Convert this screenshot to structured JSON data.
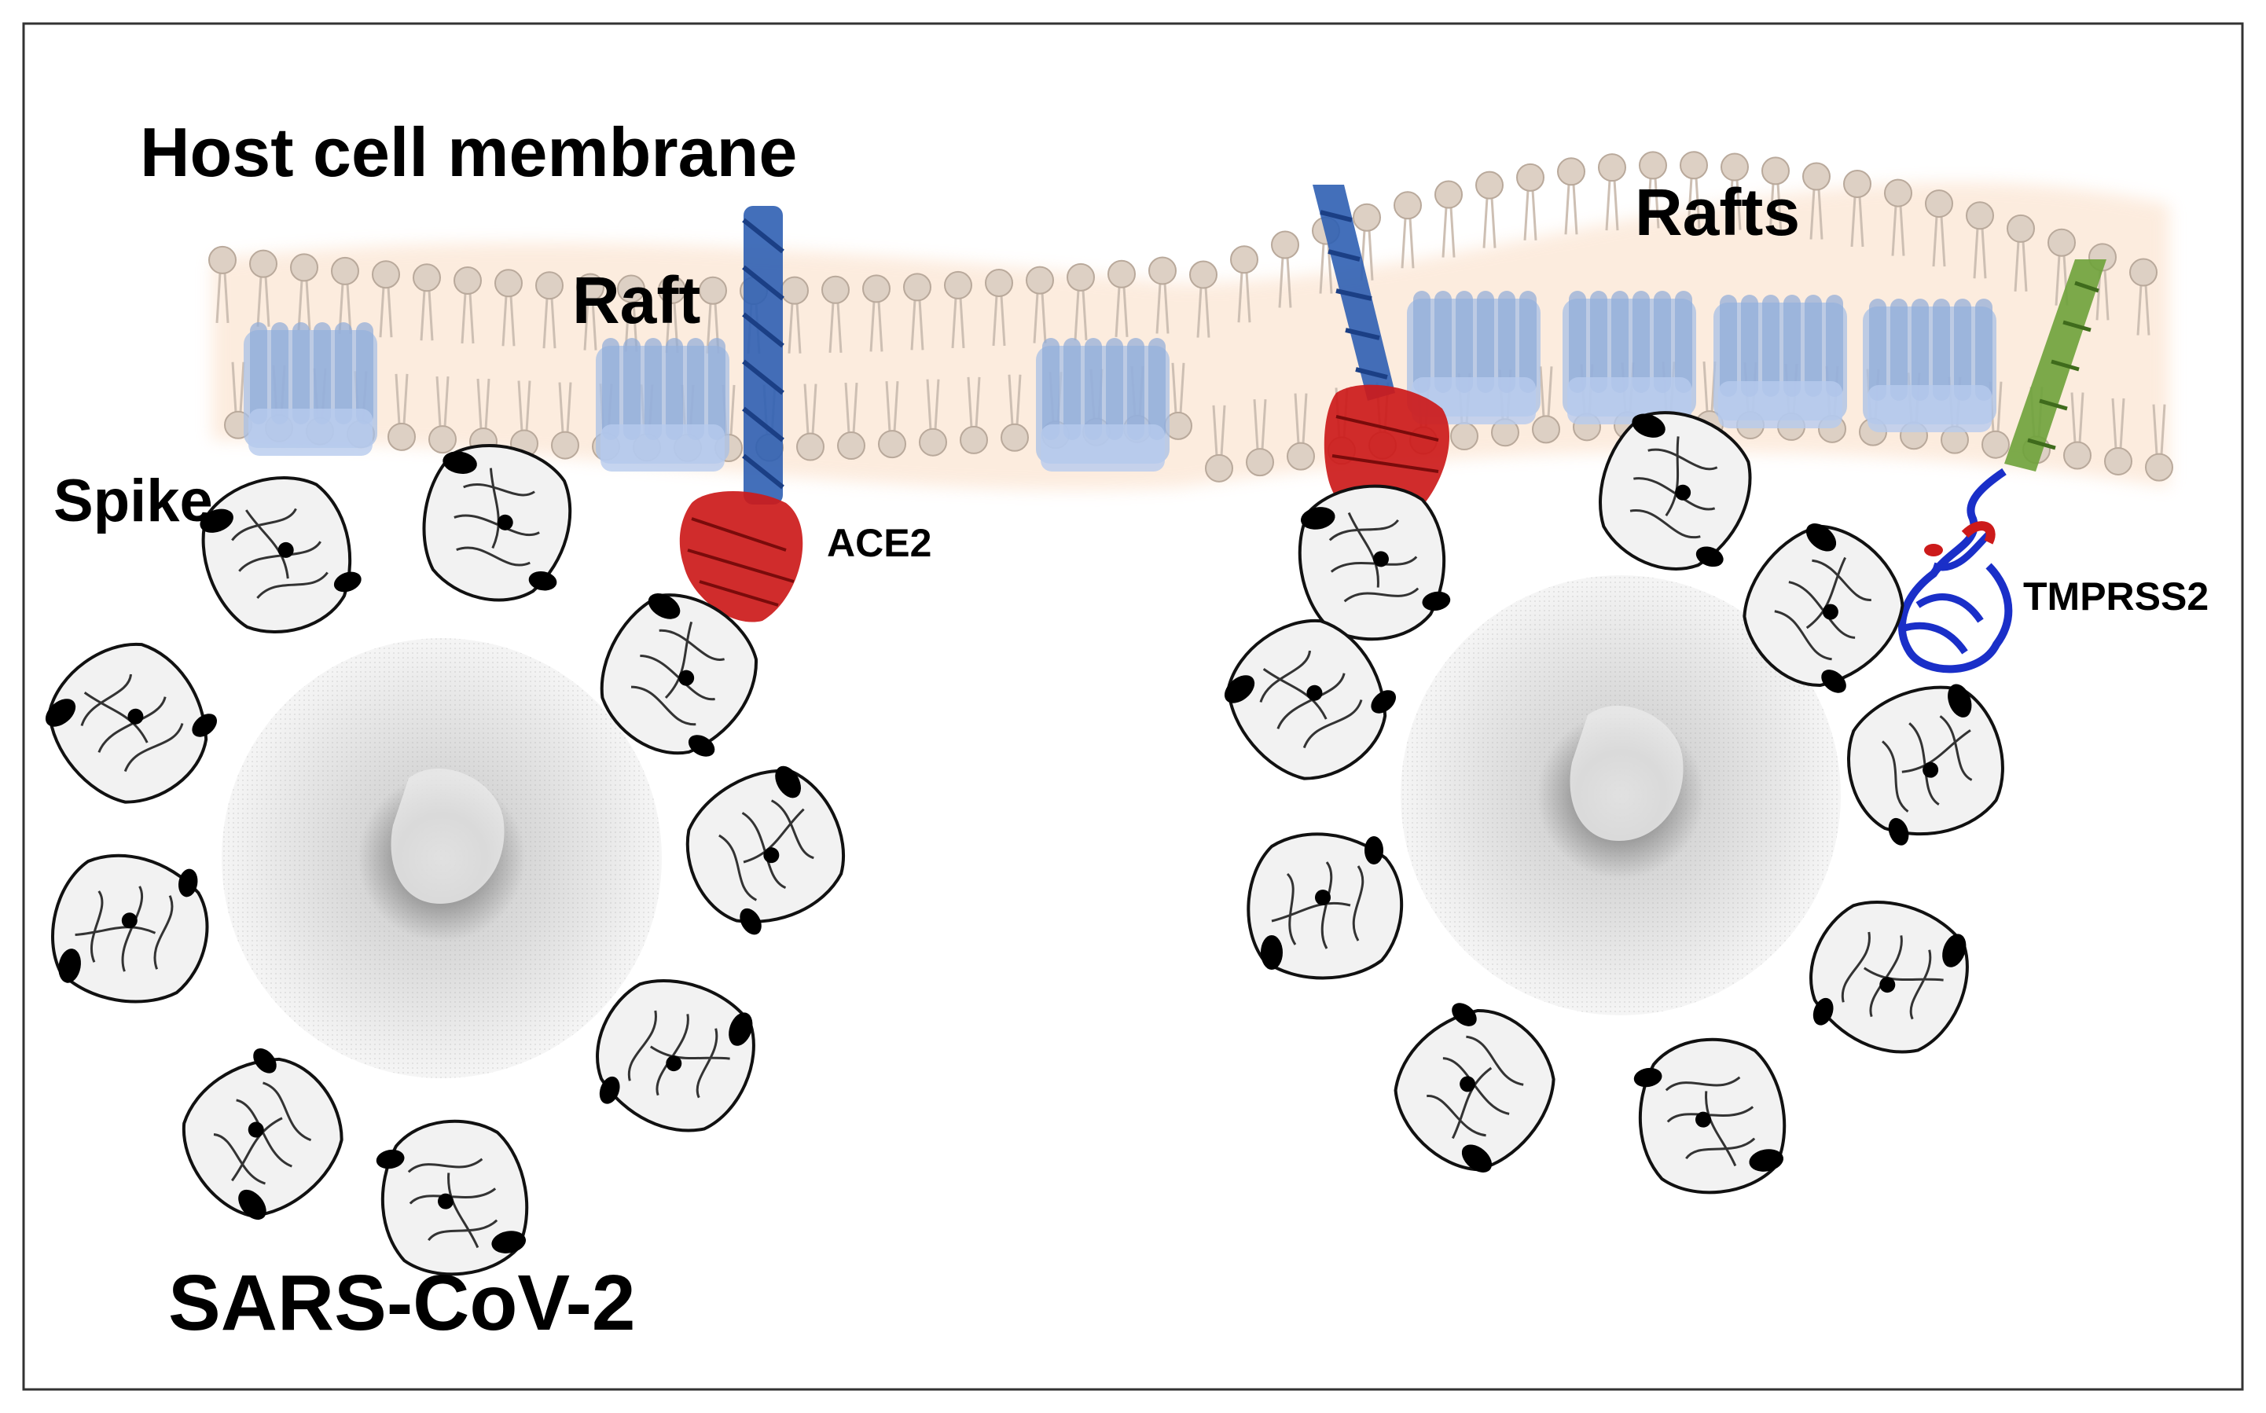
{
  "labels": {
    "host_cell_membrane": "Host cell membrane",
    "raft": "Raft",
    "rafts": "Rafts",
    "spike": "Spike",
    "ace2": "ACE2",
    "tmprss2": "TMPRSS2",
    "virus": "SARS-CoV-2"
  },
  "colors": {
    "raft_protein": "#9fb8e0",
    "ace2_transmembrane": "#2f5fb3",
    "spike_rbd_bound": "#cc1a1a",
    "tmprss2_helix": "#6ea23a",
    "tmprss2_domain": "#1a2fc8",
    "lipid_head": "#d9cbbf",
    "membrane_glow": "#f6b98a",
    "spike_fill": "#f2f2f2",
    "spike_outline": "#111111",
    "virion": "#d0d0d0"
  }
}
